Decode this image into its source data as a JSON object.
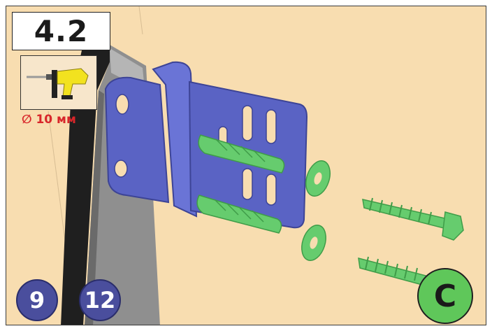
{
  "step": {
    "number": "4.2"
  },
  "tool": {
    "icon": "drill-icon",
    "drill_size": "∅ 10 мм"
  },
  "parts": [
    {
      "label": "9"
    },
    {
      "label": "12"
    }
  ],
  "variant": {
    "label": "C"
  },
  "colors": {
    "wall": "#f8ddb0",
    "bracket": "#5a63c4",
    "anchor": "#66cc6e",
    "part_circle": "#4a4e9d",
    "variant_circle": "#5fc75a",
    "drill_text": "#d8262a"
  }
}
